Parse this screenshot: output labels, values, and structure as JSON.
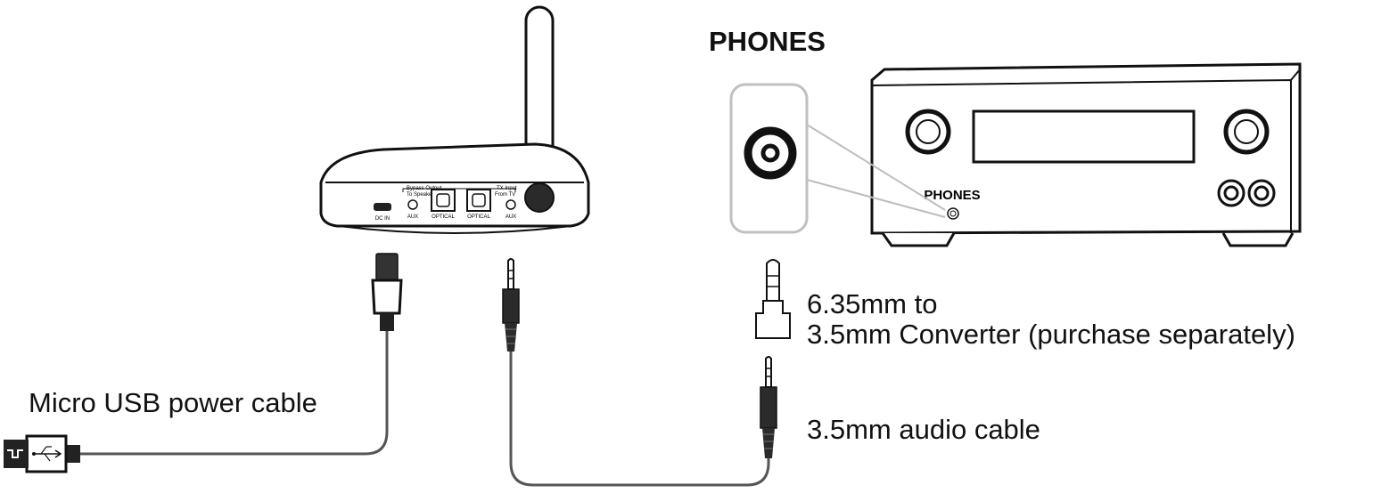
{
  "heading": "PHONES",
  "amplifier": {
    "phones_label": "PHONES"
  },
  "transmitter": {
    "dc_in": "DC IN",
    "bypass_output": "Bypass Output",
    "to_speaker": "To Speaker",
    "aux_left": "AUX",
    "optical_left": "OPTICAL",
    "tx_input": "TX Input",
    "from_tv": "From TV",
    "optical_right": "OPTICAL",
    "aux_right": "AUX"
  },
  "labels": {
    "converter_line1": "6.35mm to",
    "converter_line2": "3.5mm Converter (purchase separately)",
    "audio_cable": "3.5mm audio cable",
    "usb_cable": "Micro USB power cable"
  },
  "colors": {
    "line": "#111111",
    "cable": "#555555",
    "callout": "#c8c8c8",
    "device_fill": "#ffffff"
  }
}
